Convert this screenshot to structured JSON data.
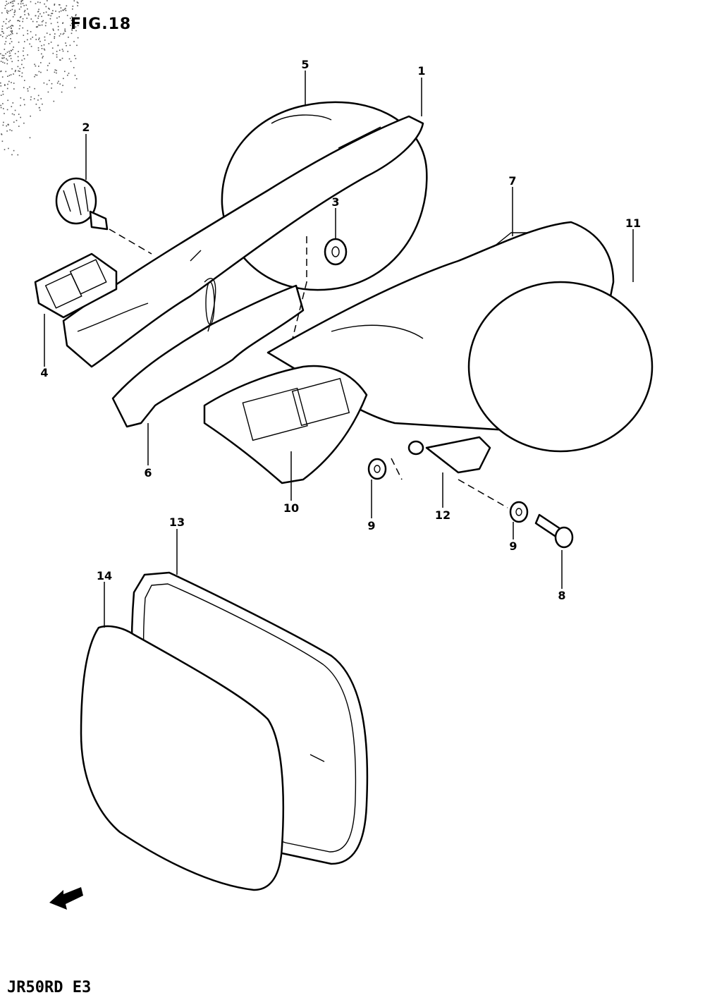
{
  "header": {
    "figure_label": "FIG.18"
  },
  "footer": {
    "model_code": "JR50RD E3"
  },
  "callouts": {
    "c1": "1",
    "c2": "2",
    "c3": "3",
    "c4": "4",
    "c5": "5",
    "c6": "6",
    "c7": "7",
    "c8": "8",
    "c9a": "9",
    "c9b": "9",
    "c10": "10",
    "c11": "11",
    "c12": "12",
    "c13": "13",
    "c14": "14"
  },
  "icons": {
    "direction_arrow": "front-arrow-icon"
  }
}
